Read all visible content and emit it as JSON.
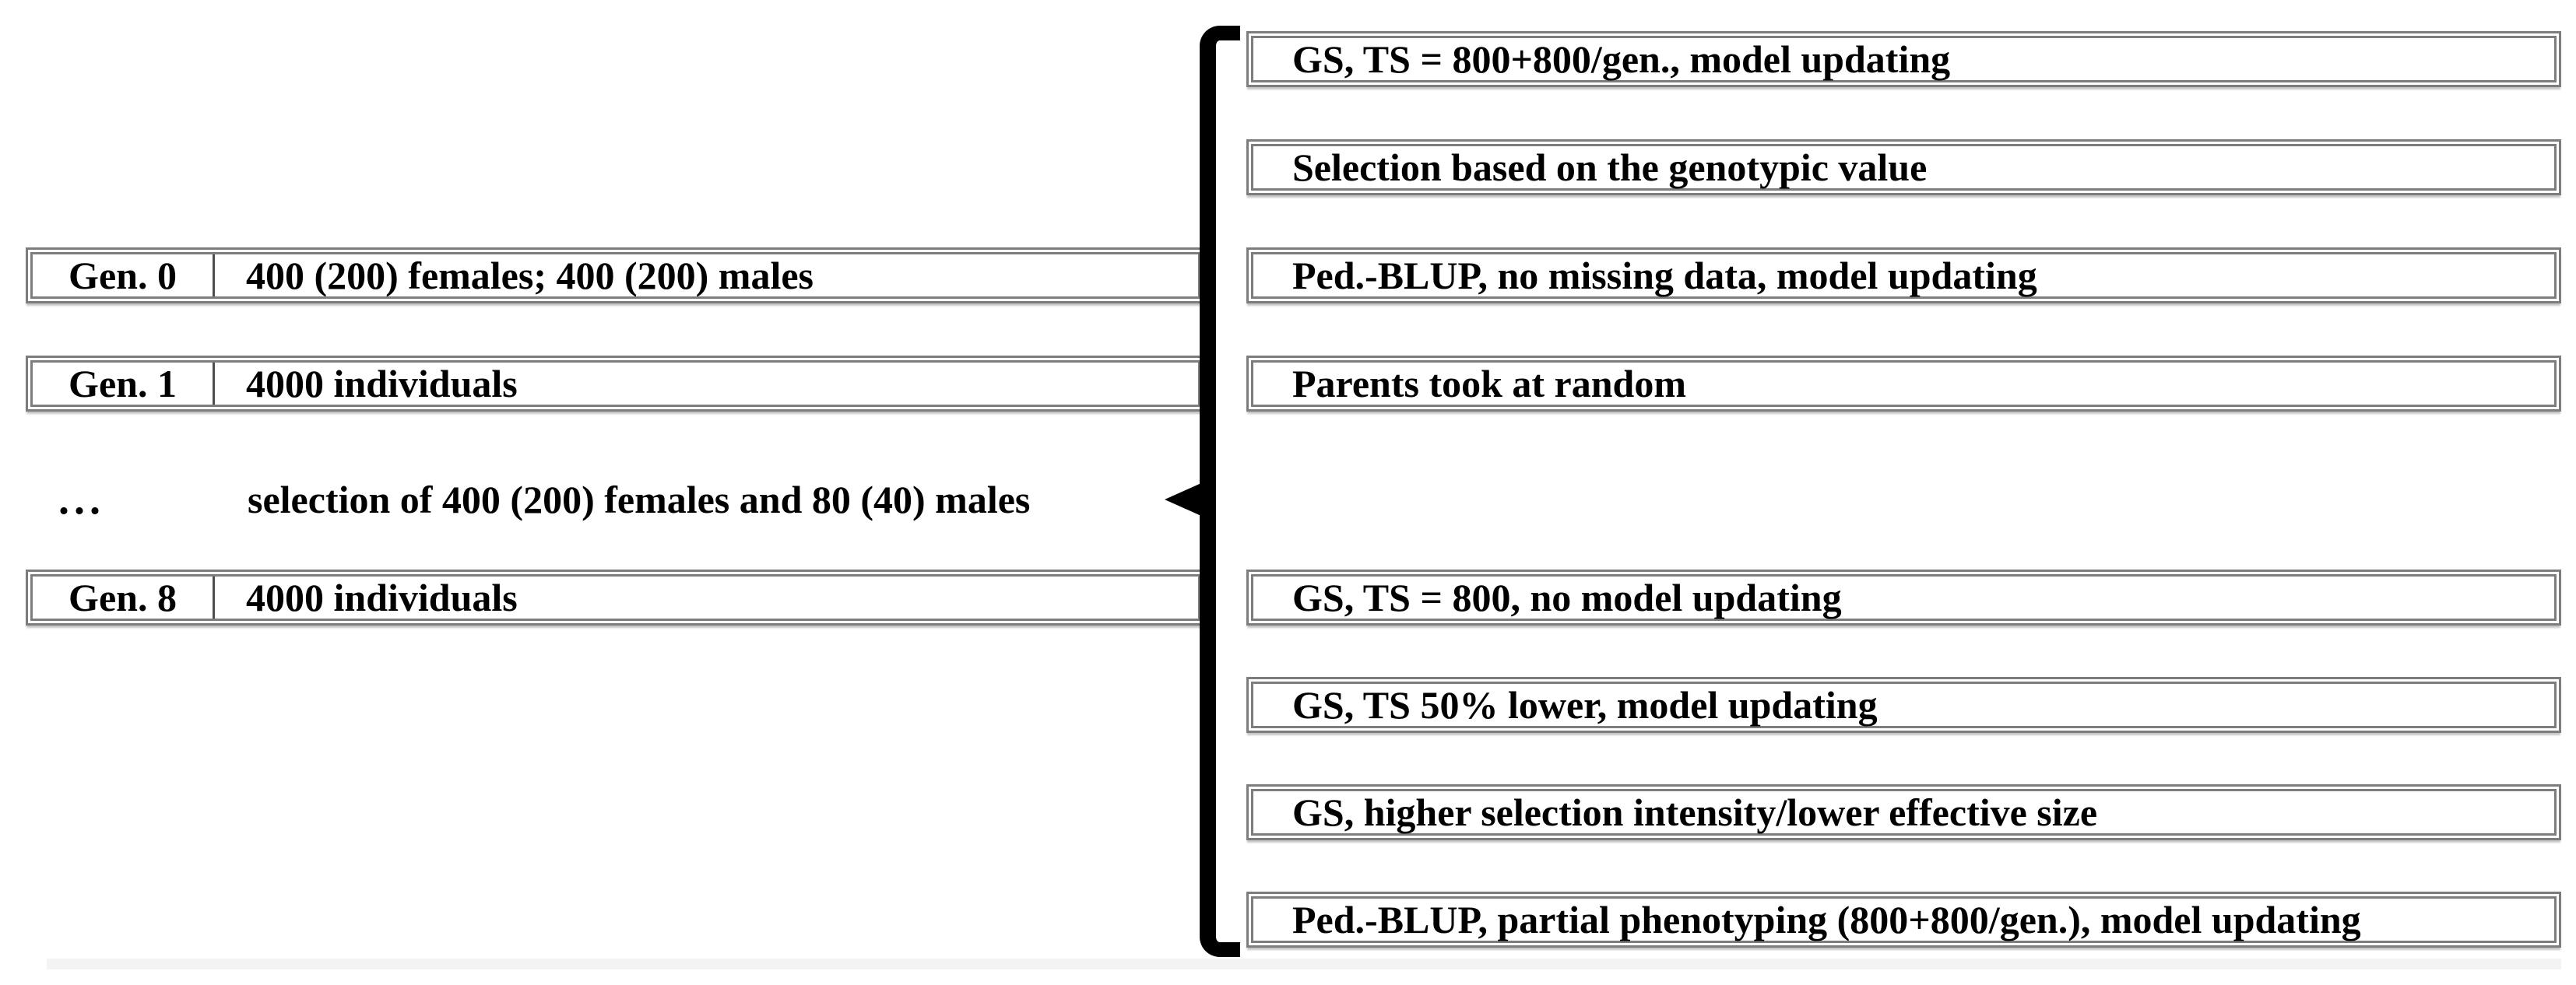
{
  "diagram": {
    "generations": [
      {
        "label": "Gen. 0",
        "value": "400 (200) females; 400 (200) males"
      },
      {
        "label": "Gen. 1",
        "value": "4000 individuals"
      },
      {
        "label": "Gen. 8",
        "value": "4000 individuals"
      }
    ],
    "transition": {
      "ellipsis": "...",
      "text": "selection of 400 (200) females and 80 (40) males"
    },
    "scenarios": [
      {
        "label": "GS, TS = 800+800/gen., model updating"
      },
      {
        "label": "Selection based on the genotypic value"
      },
      {
        "label": "Ped.-BLUP, no missing data, model updating"
      },
      {
        "label": "Parents took at random"
      },
      {
        "label": "GS, TS = 800, no model updating"
      },
      {
        "label": "GS, TS 50% lower, model updating"
      },
      {
        "label": "GS, higher selection intensity/lower effective size"
      },
      {
        "label": "Ped.-BLUP, partial phenotyping (800+800/gen.), model updating"
      }
    ],
    "colors": {
      "background": "#ffffff",
      "box_border": "#7d7d7d",
      "divider": "#4d4d4d",
      "text": "#000000",
      "brace": "#000000",
      "bottom_strip": "#f3f3f3"
    }
  }
}
